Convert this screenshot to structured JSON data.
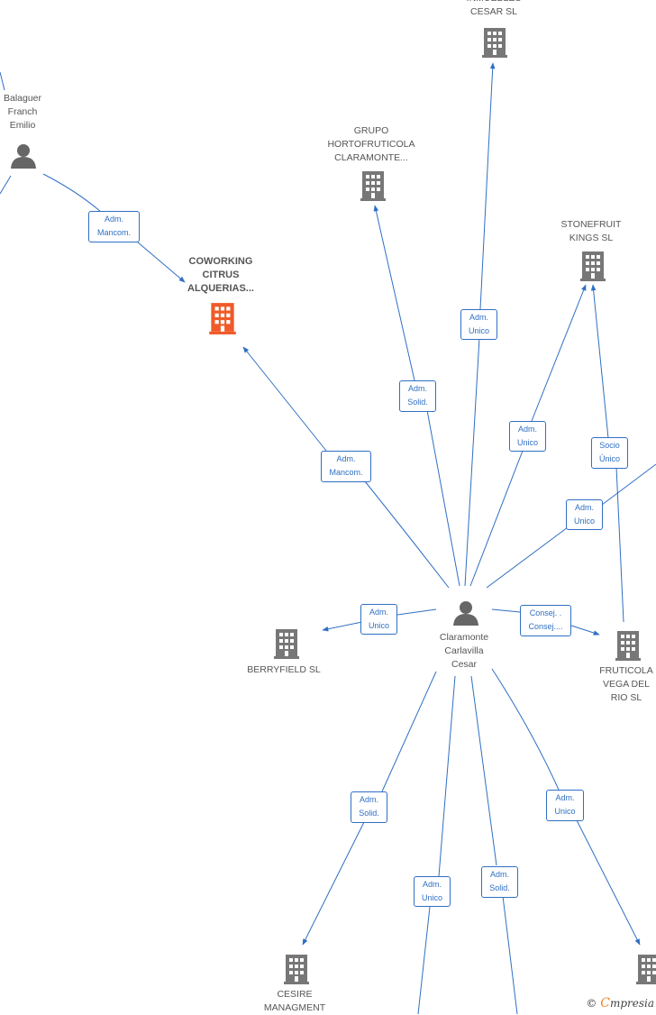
{
  "colors": {
    "edge": "#2f6fc4",
    "company": "#777777",
    "focus_company": "#f05a28",
    "person": "#666666",
    "text": "#555555"
  },
  "nodes": {
    "inmuebles": "INMUEBLES\nCESAR SL",
    "balaguer": "Balaguer\nFranch\nEmilio",
    "grupo": "GRUPO\nHORTOFRUTICOLA\nCLARAMONTE...",
    "stonefruit": "STONEFRUIT\nKINGS SL",
    "coworking": "COWORKING\nCITRUS\nALQUERIAS...",
    "berryfield": "BERRYFIELD SL",
    "claramonte": "Claramonte\nCarlavilla\nCesar",
    "fruticola": "FRUTICOLA\nVEGA DEL\nRIO SL",
    "cesire": "CESIRE\nMANAGMENT"
  },
  "edges": {
    "balaguer_coworking": "Adm.\nMancom.",
    "inmuebles": "Adm.\nUnico",
    "grupo": "Adm.\nSolid.",
    "stonefruit_adm": "Adm.\nUnico",
    "stonefruit_socio": "Socio\nÚnico",
    "right_adm": "Adm.\nUnico",
    "coworking": "Adm.\nMancom.",
    "berryfield": "Adm.\nUnico",
    "fruticola": "Consej. .\nConsej....",
    "cesire": "Adm.\nSolid.",
    "bottom_adm": "Adm.\nUnico",
    "bottom_solid": "Adm.\nSolid.",
    "bottom_right": "Adm.\nUnico"
  },
  "brand": {
    "copyright": "©",
    "e": "C",
    "rest": "mpresia"
  }
}
